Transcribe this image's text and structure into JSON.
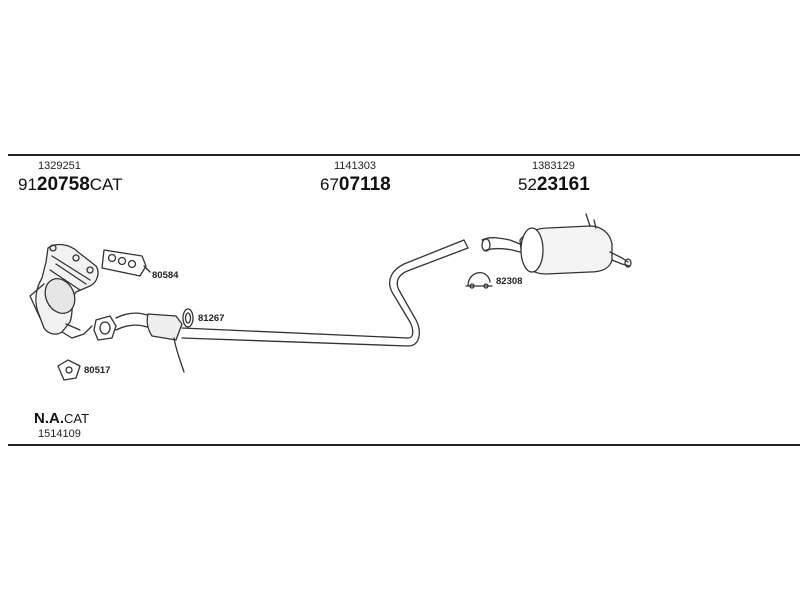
{
  "header_parts": [
    {
      "number": "1329251",
      "code_prefix": "91",
      "code_main": "20758",
      "code_suffix": "CAT"
    },
    {
      "number": "1141303",
      "code_prefix": "67",
      "code_main": "07118",
      "code_suffix": ""
    },
    {
      "number": "1383129",
      "code_prefix": "52",
      "code_main": "23161",
      "code_suffix": ""
    }
  ],
  "callouts": {
    "gasket_80584": "80584",
    "ring_81267": "81267",
    "clamp_82308": "82308",
    "gasket_80517": "80517"
  },
  "footer": {
    "na_bold": "N.A.",
    "na_suffix": "CAT",
    "part_number": "1514109"
  }
}
